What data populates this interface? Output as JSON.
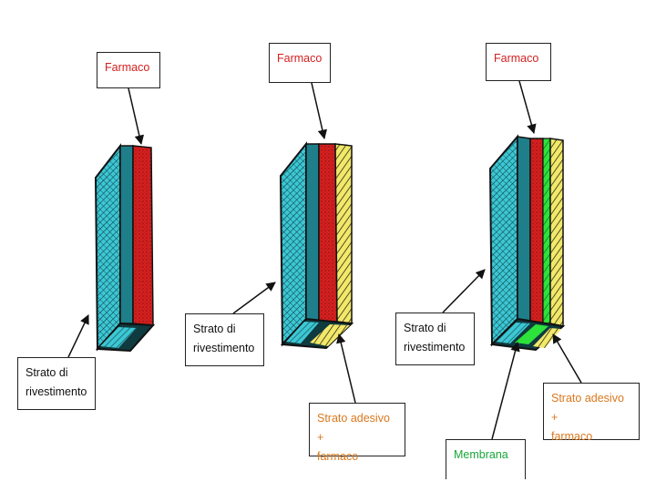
{
  "labels": {
    "farmaco_1": "Farmaco",
    "farmaco_2": "Farmaco",
    "farmaco_3": "Farmaco",
    "rivestimento_1": "Strato di\nrivestimento",
    "rivestimento_2": "Strato di\nrivestimento",
    "rivestimento_3": "Strato di\nrivestimento",
    "adesivo_2": "Strato adesivo +\nfarmaco",
    "adesivo_3": "Strato adesivo +\nfarmaco",
    "membrana_3": "Membrana"
  },
  "colors": {
    "backing": "#3cc7d4",
    "drug": "#d6201f",
    "adhesive": "#f2e86a",
    "membrane": "#2de23a",
    "outline": "#111111",
    "label_red": "#d21f1f",
    "label_orange": "#d9781d",
    "label_green": "#18a838"
  }
}
